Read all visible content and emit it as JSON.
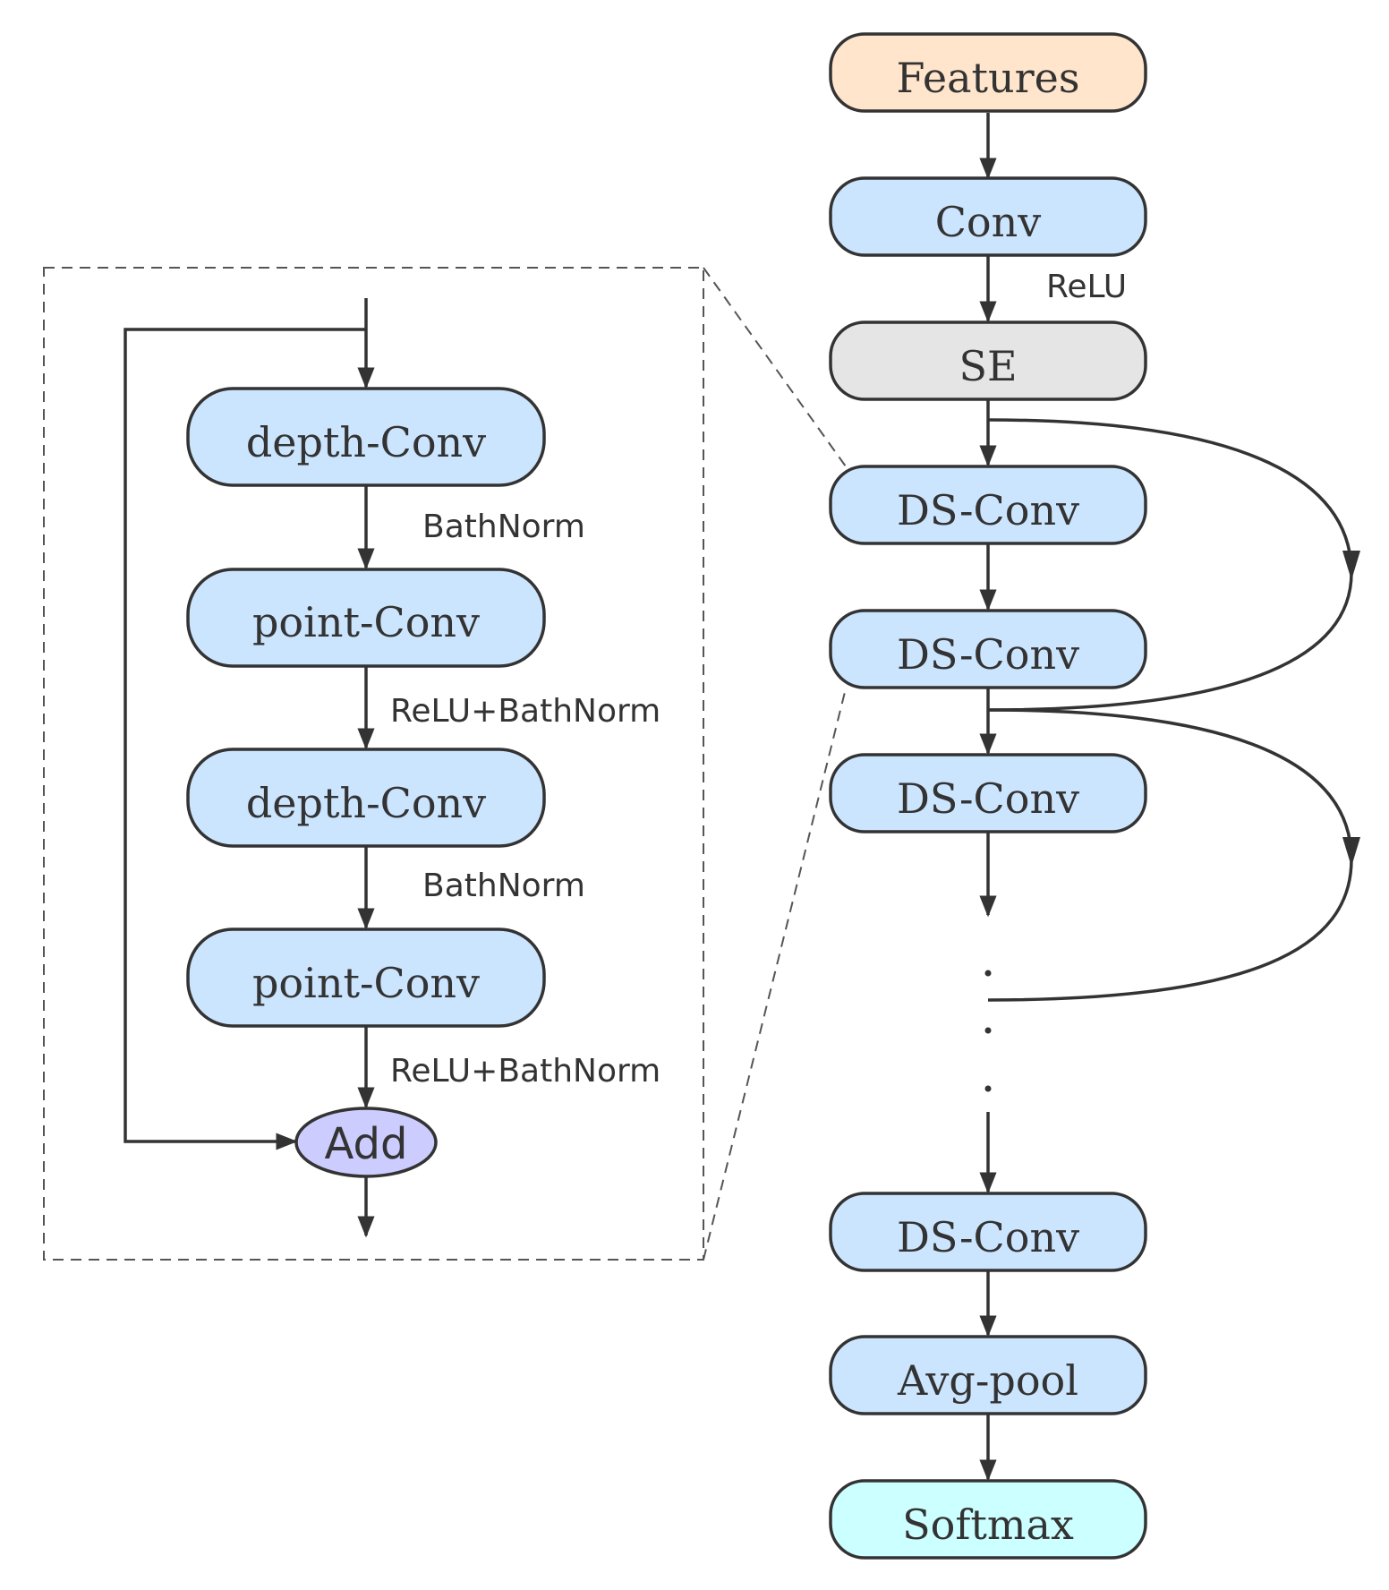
{
  "colors": {
    "features": "#ffe5cc",
    "conv": "#cce5ff",
    "se": "#e5e5e5",
    "softmax": "#ccffff",
    "add": "#ccccff",
    "stroke": "#333333"
  },
  "main_flow": {
    "features": "Features",
    "conv": "Conv",
    "relu_label": "ReLU",
    "se": "SE",
    "ds_conv_1": "DS-Conv",
    "ds_conv_2": "DS-Conv",
    "ds_conv_3": "DS-Conv",
    "ds_conv_last": "DS-Conv",
    "avg_pool": "Avg-pool",
    "softmax": "Softmax"
  },
  "inset": {
    "depth_conv_1": "depth-Conv",
    "bathnorm_1": "BathNorm",
    "point_conv_1": "point-Conv",
    "relu_bathnorm_1": "ReLU+BathNorm",
    "depth_conv_2": "depth-Conv",
    "bathnorm_2": "BathNorm",
    "point_conv_2": "point-Conv",
    "relu_bathnorm_2": "ReLU+BathNorm",
    "add": "Add"
  }
}
